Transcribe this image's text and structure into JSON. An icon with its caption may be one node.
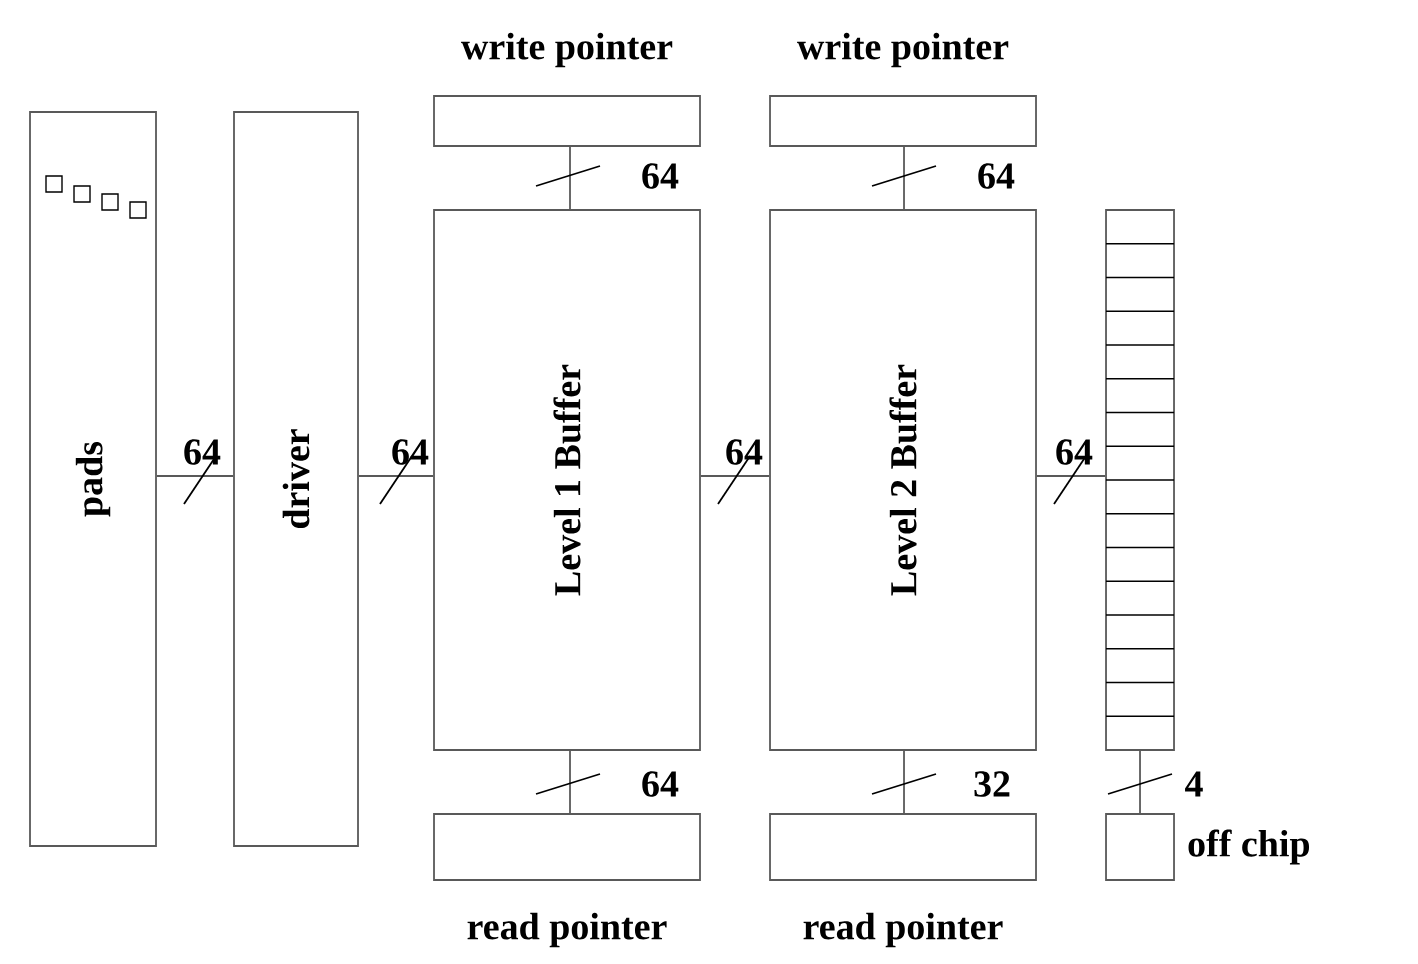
{
  "diagram": {
    "nodes": [
      {
        "text": [
          "pads"
        ]
      },
      {
        "text": [
          "driver"
        ]
      },
      {
        "text": [
          "write pointer"
        ]
      },
      {
        "text": [
          "Level 1 Buffer"
        ]
      },
      {
        "text": [
          "read pointer"
        ]
      },
      {
        "text": [
          "write pointer"
        ]
      },
      {
        "text": [
          "Level 2 Buffer"
        ]
      },
      {
        "text": [
          "read pointer"
        ]
      },
      {
        "text": [],
        "shape": "box"
      },
      {
        "text": [],
        "shape": "box",
        "beside": [
          "off chip"
        ]
      }
    ],
    "edges": [
      {
        "from": 0,
        "to": 1,
        "arrow": "none",
        "label": "64"
      },
      {
        "from": 1,
        "to": 3,
        "arrow": "none",
        "label": "64"
      },
      {
        "from": 3,
        "to": 6,
        "arrow": "none",
        "label": "64"
      },
      {
        "from": 6,
        "to": 8,
        "arrow": "none",
        "label": "64"
      },
      {
        "from": 2,
        "to": 3,
        "arrow": "none",
        "label": "64"
      },
      {
        "from": 5,
        "to": 6,
        "arrow": "none",
        "label": "64"
      },
      {
        "from": 3,
        "to": 4,
        "arrow": "none",
        "label": "64"
      },
      {
        "from": 6,
        "to": 7,
        "arrow": "none",
        "label": "32"
      },
      {
        "from": 8,
        "to": 9,
        "arrow": "none",
        "label": "4"
      }
    ]
  }
}
